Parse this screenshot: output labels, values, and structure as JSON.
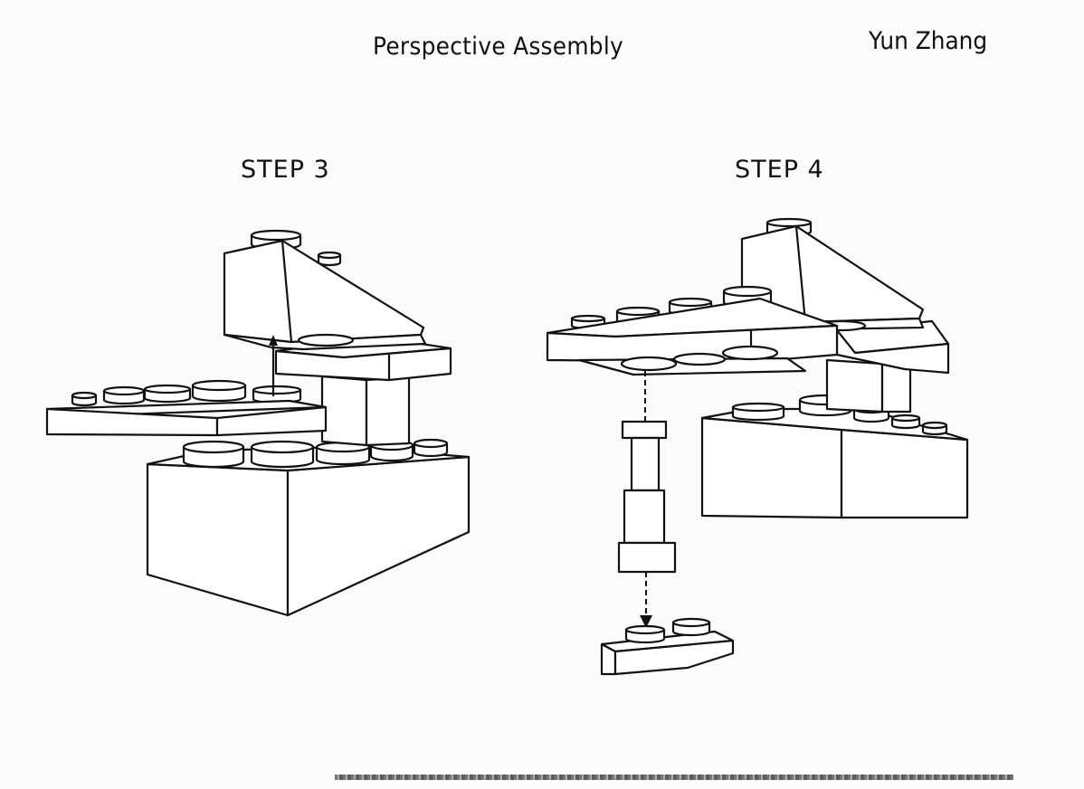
{
  "header": {
    "title": "Perspective Assembly",
    "author": "Yun Zhang"
  },
  "steps": [
    {
      "label": "STEP 3"
    },
    {
      "label": "STEP 4"
    }
  ],
  "colors": {
    "ink": "#111111",
    "paper": "#fbfbfb"
  }
}
